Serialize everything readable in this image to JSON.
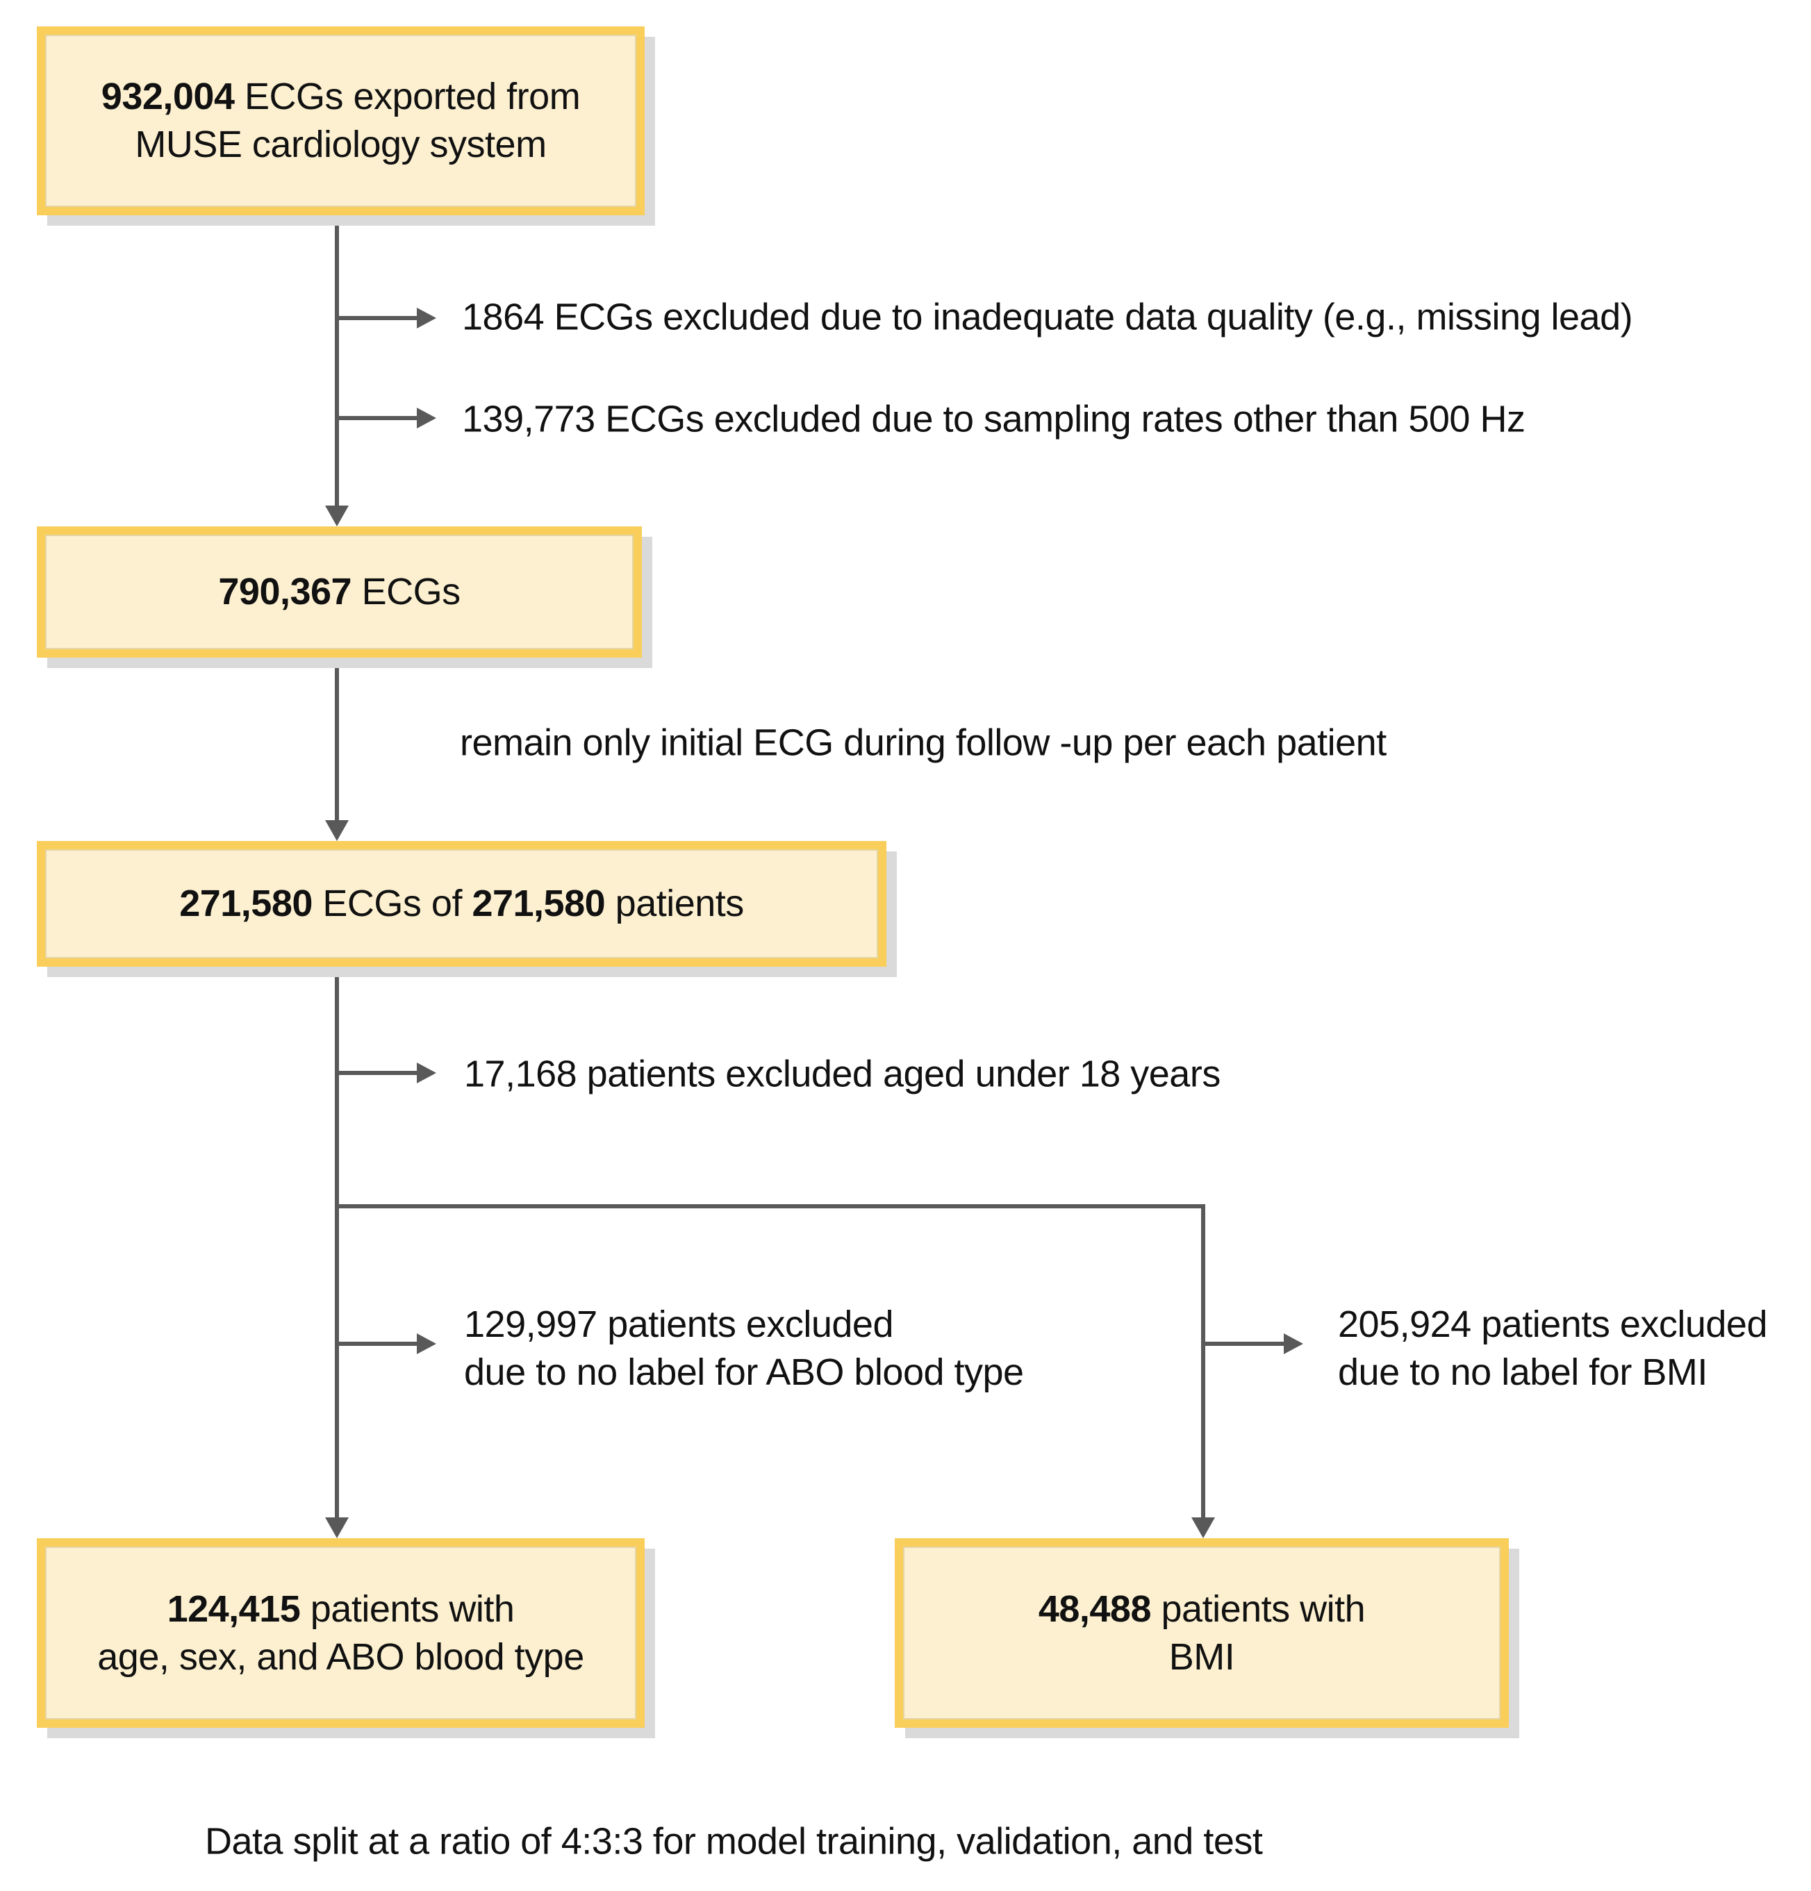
{
  "palette": {
    "box_border": "#F9CE5A",
    "box_fill": "#FCF0D0",
    "box_shadow": "#DADADA",
    "connector": "#595959",
    "text": "#111111"
  },
  "boxes": {
    "exported": {
      "num": "932,004",
      "rest": " ECGs exported from",
      "line2": "MUSE cardiology system"
    },
    "ecgs": {
      "num": "790,367",
      "rest": " ECGs"
    },
    "initial": {
      "num1": "271,580",
      "mid": " ECGs of ",
      "num2": "271,580",
      "rest": " patients"
    },
    "abo": {
      "num": "124,415",
      "rest": " patients with",
      "line2": "age, sex, and ABO blood type"
    },
    "bmi": {
      "num": "48,488",
      "rest": " patients with",
      "line2": "BMI"
    }
  },
  "annotations": {
    "quality": "1864 ECGs excluded due to inadequate data quality (e.g., missing lead)",
    "sampling": "139,773 ECGs excluded due to sampling rates other than 500 Hz",
    "note": "remain only initial ECG during follow -up per each patient",
    "age": "17,168 patients excluded aged under 18 years",
    "abo_line1": "129,997 patients excluded",
    "abo_line2": "due to no label for ABO blood type",
    "bmi_line1": "205,924 patients excluded",
    "bmi_line2": "due to no label for BMI",
    "caption": "Data split at a ratio of 4:3:3 for model training, validation, and test"
  }
}
